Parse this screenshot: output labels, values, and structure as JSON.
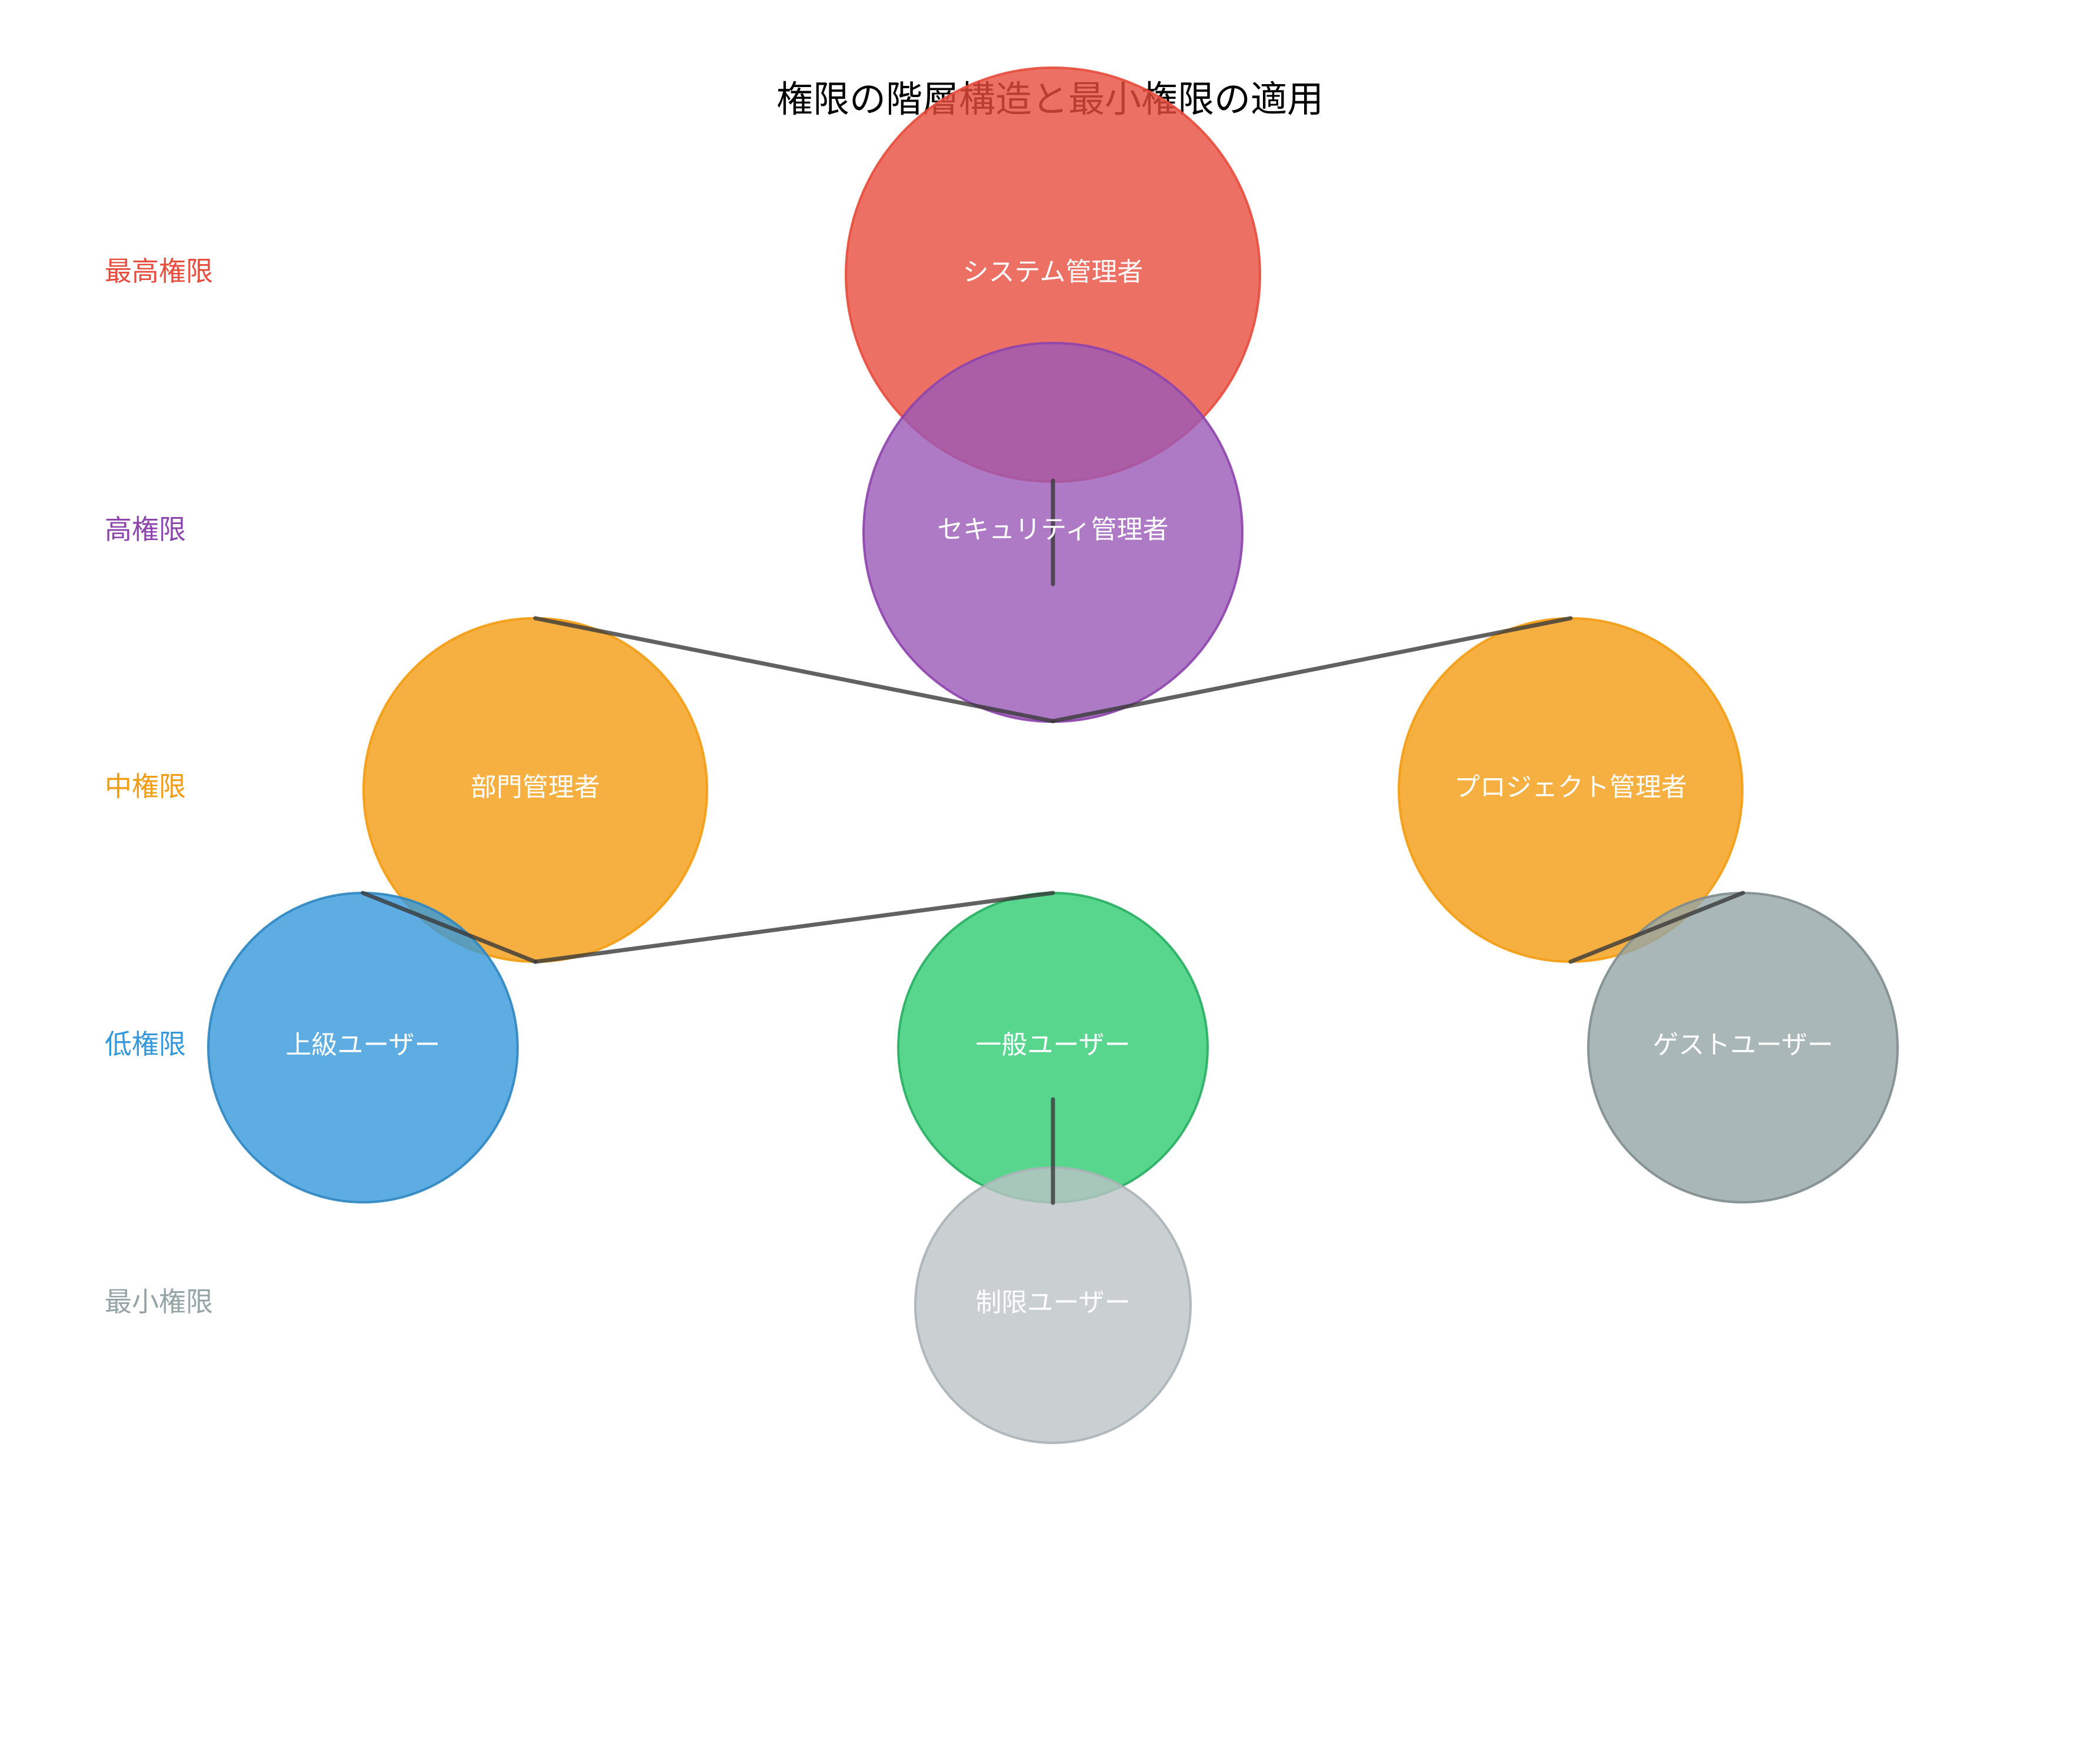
{
  "title": "権限の階層構造と最小権限の適用",
  "levels": [
    {
      "id": "top",
      "label": "最高権限",
      "color": "#e74c3c"
    },
    {
      "id": "high",
      "label": "高権限",
      "color": "#8e44ad"
    },
    {
      "id": "mid",
      "label": "中権限",
      "color": "#f39c12"
    },
    {
      "id": "low",
      "label": "低権限",
      "color": "#3498db"
    },
    {
      "id": "min",
      "label": "最小権限",
      "color": "#95a5a6"
    }
  ],
  "nodes": [
    {
      "id": "sysadmin",
      "label": "システム管理者",
      "level": "top",
      "fill": "#e74c3c",
      "stroke": "#e74c3c"
    },
    {
      "id": "secadmin",
      "label": "セキュリティ管理者",
      "level": "high",
      "fill": "#9b59b6",
      "stroke": "#8e44ad"
    },
    {
      "id": "deptadmin",
      "label": "部門管理者",
      "level": "mid",
      "fill": "#f39c12",
      "stroke": "#f39c12"
    },
    {
      "id": "projadmin",
      "label": "プロジェクト管理者",
      "level": "mid",
      "fill": "#f39c12",
      "stroke": "#f39c12"
    },
    {
      "id": "advuser",
      "label": "上級ユーザー",
      "level": "low",
      "fill": "#3498db",
      "stroke": "#2e86c1"
    },
    {
      "id": "genuser",
      "label": "一般ユーザー",
      "level": "low",
      "fill": "#2ecc71",
      "stroke": "#27ae60"
    },
    {
      "id": "guest",
      "label": "ゲストユーザー",
      "level": "low",
      "fill": "#95a5a6",
      "stroke": "#7f8c8d"
    },
    {
      "id": "restricted",
      "label": "制限ユーザー",
      "level": "min",
      "fill": "#bdc3c7",
      "stroke": "#aab2b7"
    }
  ],
  "edges": [
    {
      "from": "sysadmin",
      "to": "secadmin"
    },
    {
      "from": "secadmin",
      "to": "deptadmin"
    },
    {
      "from": "secadmin",
      "to": "projadmin"
    },
    {
      "from": "deptadmin",
      "to": "advuser"
    },
    {
      "from": "deptadmin",
      "to": "genuser"
    },
    {
      "from": "projadmin",
      "to": "guest"
    },
    {
      "from": "genuser",
      "to": "restricted"
    }
  ]
}
